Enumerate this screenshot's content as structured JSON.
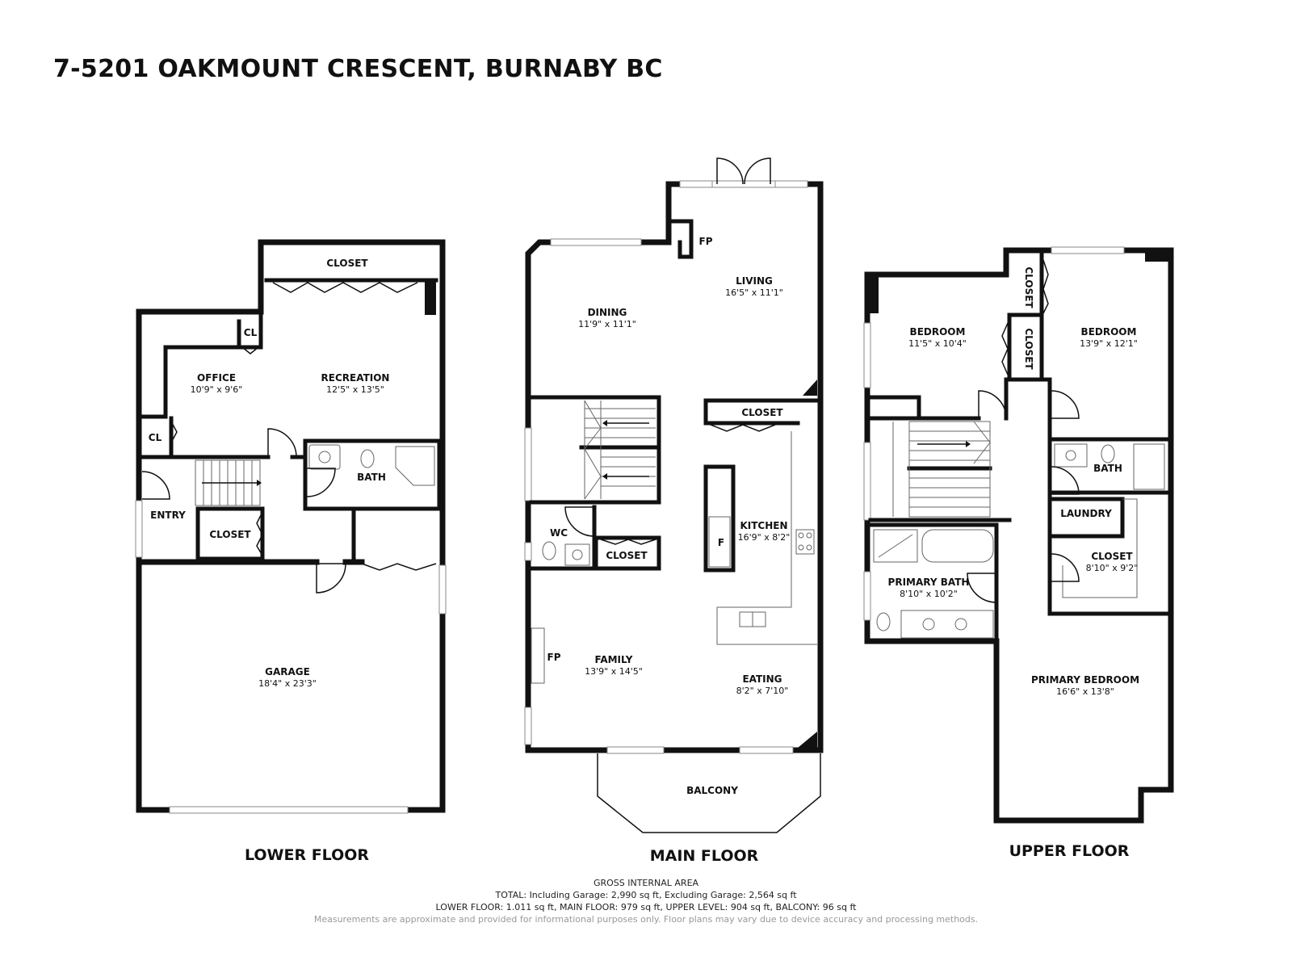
{
  "title": "7-5201 OAKMOUNT CRESCENT, BURNABY BC",
  "floors": {
    "lower": {
      "label": "LOWER FLOOR",
      "rooms": {
        "closet_top": {
          "name": "CLOSET"
        },
        "cl_top": {
          "name": "CL"
        },
        "office": {
          "name": "OFFICE",
          "dims": "10'9\" x 9'6\""
        },
        "recreation": {
          "name": "RECREATION",
          "dims": "12'5\" x 13'5\""
        },
        "cl_left": {
          "name": "CL"
        },
        "bath": {
          "name": "BATH"
        },
        "entry": {
          "name": "ENTRY"
        },
        "closet_mid": {
          "name": "CLOSET"
        },
        "garage": {
          "name": "GARAGE",
          "dims": "18'4\" x 23'3\""
        }
      }
    },
    "main": {
      "label": "MAIN FLOOR",
      "rooms": {
        "fp_top": {
          "name": "FP"
        },
        "living": {
          "name": "LIVING",
          "dims": "16'5\" x 11'1\""
        },
        "dining": {
          "name": "DINING",
          "dims": "11'9\" x 11'1\""
        },
        "closet_kitchen": {
          "name": "CLOSET"
        },
        "kitchen": {
          "name": "KITCHEN",
          "dims": "16'9\" x 8'2\""
        },
        "fridge": {
          "name": "F"
        },
        "wc": {
          "name": "WC"
        },
        "closet_wc": {
          "name": "CLOSET"
        },
        "fp_family": {
          "name": "FP"
        },
        "family": {
          "name": "FAMILY",
          "dims": "13'9\" x 14'5\""
        },
        "eating": {
          "name": "EATING",
          "dims": "8'2\" x 7'10\""
        },
        "balcony": {
          "name": "BALCONY"
        }
      }
    },
    "upper": {
      "label": "UPPER FLOOR",
      "rooms": {
        "bedroom1": {
          "name": "BEDROOM",
          "dims": "11'5\" x 10'4\""
        },
        "closet_v1": {
          "name": "CLOSET"
        },
        "closet_v2": {
          "name": "CLOSET"
        },
        "bedroom2": {
          "name": "BEDROOM",
          "dims": "13'9\" x 12'1\""
        },
        "bath": {
          "name": "BATH"
        },
        "laundry": {
          "name": "LAUNDRY"
        },
        "closet": {
          "name": "CLOSET",
          "dims": "8'10\" x 9'2\""
        },
        "primary_bath": {
          "name": "PRIMARY BATH",
          "dims": "8'10\" x 10'2\""
        },
        "primary_bedroom": {
          "name": "PRIMARY BEDROOM",
          "dims": "16'6\" x 13'8\""
        }
      }
    }
  },
  "footer": {
    "heading": "GROSS INTERNAL AREA",
    "total": "TOTAL: Including Garage: 2,990 sq ft, Excluding Garage: 2,564 sq ft",
    "breakdown": "LOWER FLOOR: 1.011 sq ft, MAIN FLOOR: 979 sq ft, UPPER LEVEL: 904 sq ft, BALCONY: 96 sq ft",
    "disclaimer": "Measurements are approximate and provided for informational purposes only. Floor plans may vary due to device accuracy and processing methods."
  }
}
